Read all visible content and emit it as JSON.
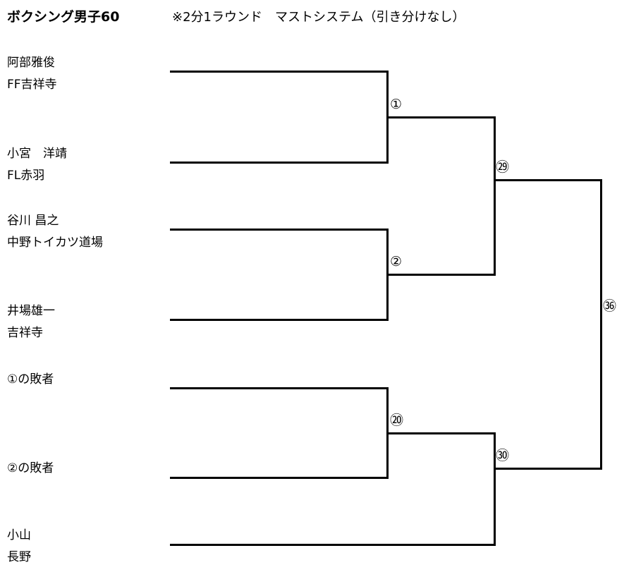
{
  "header": {
    "title": "ボクシング男子60",
    "rules": "※2分1ラウンド　マストシステム（引き分けなし）"
  },
  "entries": [
    {
      "name": "阿部雅俊",
      "team": "FF吉祥寺"
    },
    {
      "name": "小宮　洋靖",
      "team": "FL赤羽"
    },
    {
      "name": "谷川 昌之",
      "team": "中野トイカツ道場"
    },
    {
      "name": "井場雄一",
      "team": "吉祥寺"
    },
    {
      "name": "①の敗者",
      "team": ""
    },
    {
      "name": "②の敗者",
      "team": ""
    },
    {
      "name": "小山",
      "team": "長野"
    }
  ],
  "bouts": [
    {
      "label": "①",
      "number": 1
    },
    {
      "label": "②",
      "number": 2
    },
    {
      "label": "⑳",
      "number": 20
    },
    {
      "label": "㉙",
      "number": 29
    },
    {
      "label": "㉚",
      "number": 30
    },
    {
      "label": "㊱",
      "number": 36
    }
  ],
  "colors": {
    "line": "#000000",
    "text": "#000000",
    "background": "#ffffff"
  }
}
